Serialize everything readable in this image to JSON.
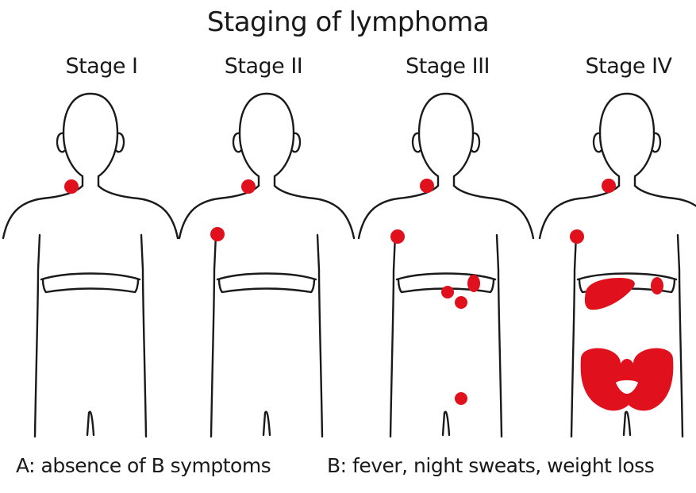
{
  "title": "Staging of lymphoma",
  "stages": [
    {
      "label": "Stage I"
    },
    {
      "label": "Stage II"
    },
    {
      "label": "Stage III"
    },
    {
      "label": "Stage IV"
    }
  ],
  "captions": {
    "a": "A: absence of B symptoms",
    "b": "B: fever, night sweats, weight loss"
  },
  "colors": {
    "lesion": "#e0101c",
    "outline": "#1a1a1a"
  }
}
